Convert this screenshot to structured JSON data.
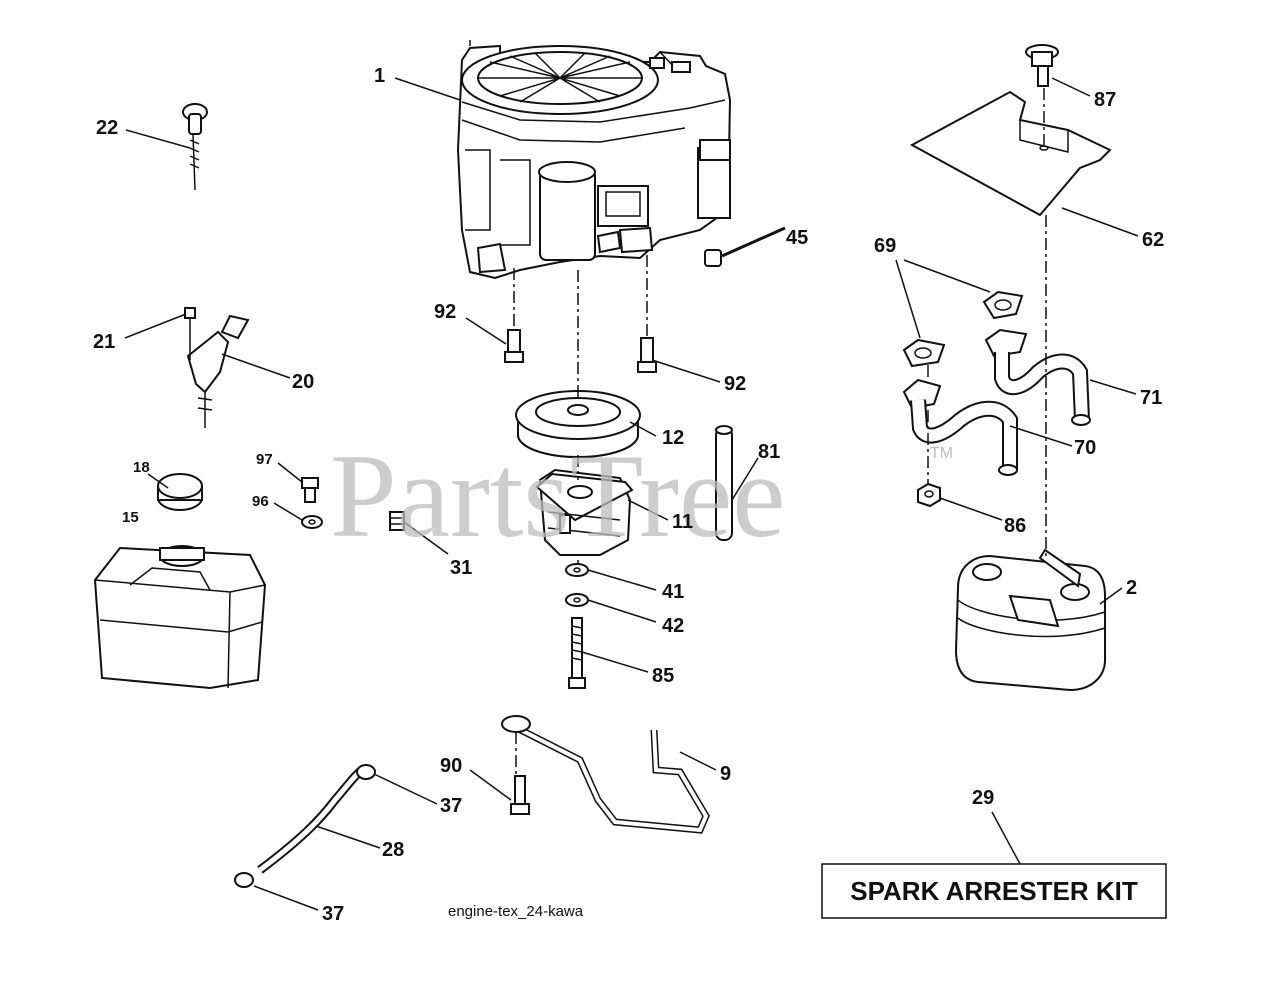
{
  "watermark": {
    "text": "PartsTree",
    "tm": "TM"
  },
  "caption": "engine-tex_24-kawa",
  "kit": {
    "number": "29",
    "label": "SPARK ARRESTER KIT"
  },
  "callouts": {
    "c1": "1",
    "c22": "22",
    "c21": "21",
    "c20": "20",
    "c18": "18",
    "c15": "15",
    "c97": "97",
    "c96": "96",
    "c31": "31",
    "c92a": "92",
    "c92b": "92",
    "c45": "45",
    "c12": "12",
    "c81": "81",
    "c11": "11",
    "c41": "41",
    "c42": "42",
    "c85": "85",
    "c90": "90",
    "c9": "9",
    "c37a": "37",
    "c28": "28",
    "c37b": "37",
    "c87": "87",
    "c62": "62",
    "c69": "69",
    "c71": "71",
    "c70": "70",
    "c86": "86",
    "c2": "2"
  },
  "colors": {
    "line": "#111111",
    "watermark": "#bdbdbd",
    "background": "#ffffff"
  }
}
